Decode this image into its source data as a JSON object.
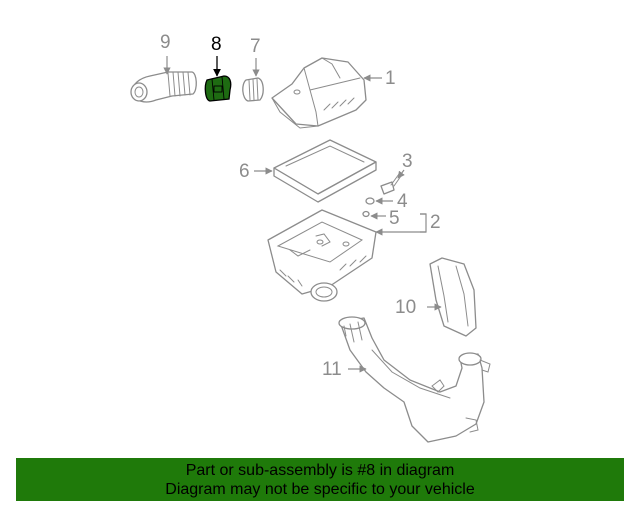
{
  "colors": {
    "highlight_fill": "#1e6b12",
    "banner_background": "#1f7a0a",
    "line_gray": "#8c8c8c"
  },
  "diagram": {
    "callouts": {
      "c1": "1",
      "c2": "2",
      "c3": "3",
      "c4": "4",
      "c5": "5",
      "c6": "6",
      "c7": "7",
      "c8": "8",
      "c9": "9",
      "c10": "10",
      "c11": "11"
    },
    "highlighted_part": "8"
  },
  "banner": {
    "line1": "Part or sub-assembly is #8 in diagram",
    "line2": "Diagram may not be specific to your vehicle"
  }
}
